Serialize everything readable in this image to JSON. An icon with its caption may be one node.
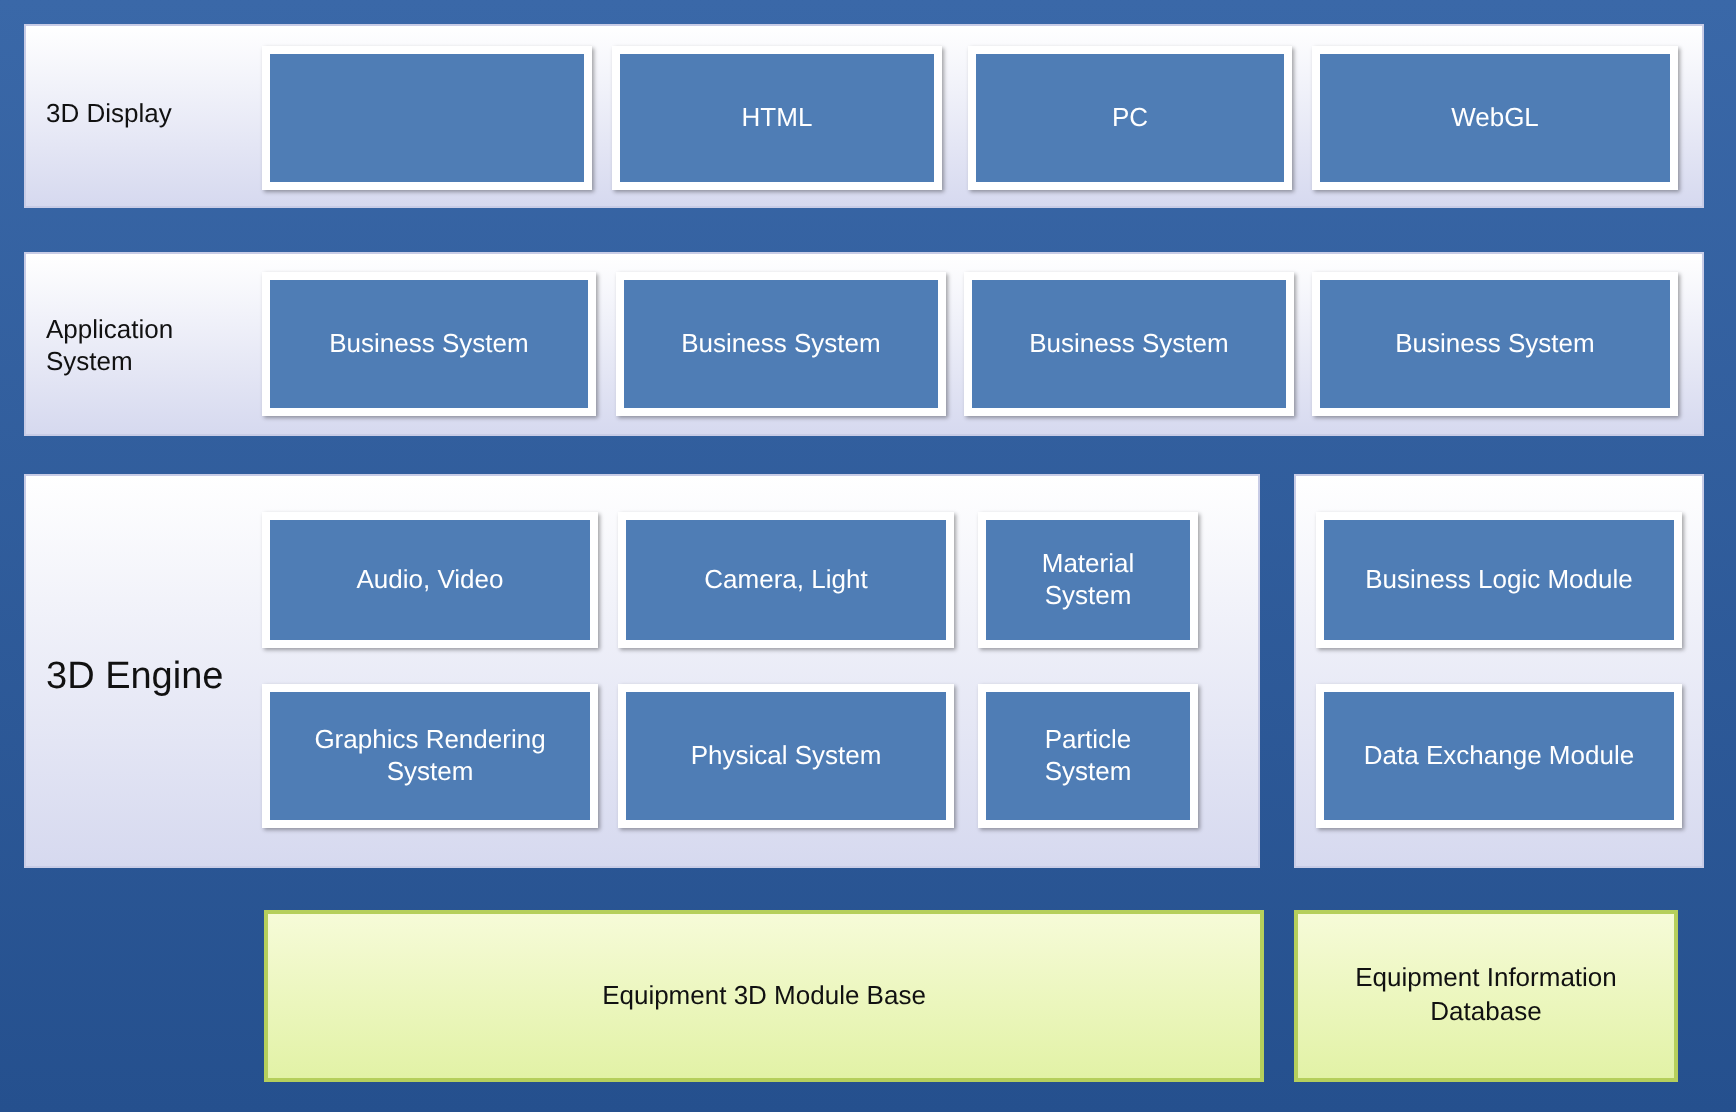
{
  "diagram": {
    "nodes": [
      {
        "text": [
          "3D Display"
        ]
      },
      {
        "text": [],
        "shape": "box",
        "in": 0
      },
      {
        "text": [
          "HTML"
        ],
        "in": 0
      },
      {
        "text": [
          "PC"
        ],
        "in": 0
      },
      {
        "text": [
          "WebGL"
        ],
        "in": 0
      },
      {
        "text": [
          "Application System"
        ]
      },
      {
        "text": [
          "Business System"
        ],
        "in": 5
      },
      {
        "text": [
          "Business System"
        ],
        "in": 5
      },
      {
        "text": [
          "Business System"
        ],
        "in": 5
      },
      {
        "text": [
          "Business System"
        ],
        "in": 5
      },
      {
        "text": [
          "3D Engine"
        ]
      },
      {
        "text": [
          "Audio, Video"
        ],
        "in": 10
      },
      {
        "text": [
          "Camera, Light"
        ],
        "in": 10
      },
      {
        "text": [
          "Material System"
        ],
        "in": 10
      },
      {
        "text": [
          "Graphics Rendering System"
        ],
        "in": 10
      },
      {
        "text": [
          "Physical System"
        ],
        "in": 10
      },
      {
        "text": [
          "Particle System"
        ],
        "in": 10
      },
      {
        "text": [],
        "shape": "box"
      },
      {
        "text": [
          "Business Logic Module"
        ],
        "in": 17
      },
      {
        "text": [
          "Data Exchange Module"
        ],
        "in": 17
      },
      {
        "text": [
          "Equipment 3D Module Base"
        ]
      },
      {
        "text": [
          "Equipment Information Database"
        ]
      }
    ]
  }
}
